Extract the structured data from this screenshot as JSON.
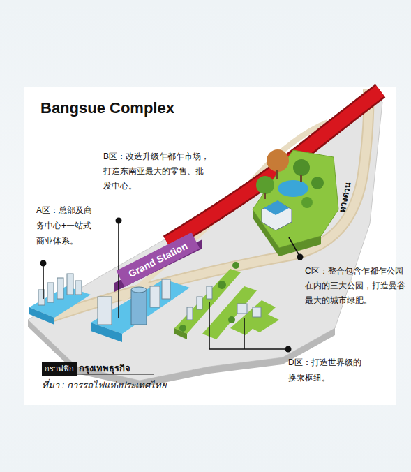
{
  "diagram": {
    "title": "Bangsue Complex",
    "caption": "ที่มา : การรถไฟแห่งประเทศไทย",
    "nodes": [
      {
        "text": [
          "Grand Station"
        ]
      },
      {
        "text": [
          "กราฟฟิก"
        ]
      }
    ],
    "labels": [
      "B区：改造升级乍都乍市场，打造东南亚最大的零售、批发中心。",
      "A区：总部及商务中心+一站式商业体系。",
      "C区：整合包含乍都乍公园在内的三大公园，打造曼谷最大的城市绿肥。",
      "D区：打造世界级的换乘枢纽。",
      "ทางด่วน",
      "กรุงเทพธุรกิจ"
    ]
  }
}
